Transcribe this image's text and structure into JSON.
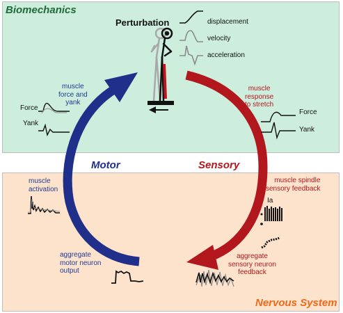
{
  "sections": {
    "biomechanics": "Biomechanics",
    "nervous_system": "Nervous System"
  },
  "perturbation": {
    "title": "Perturbation",
    "displacement": "displacement",
    "velocity": "velocity",
    "acceleration": "acceleration"
  },
  "motor": {
    "label": "Motor",
    "force_yank_line1": "muscle",
    "force_yank_line2": "force and",
    "force_yank_line3": "yank",
    "force": "Force",
    "yank": "Yank",
    "activation_line1": "muscle",
    "activation_line2": "activation",
    "output_line1": "aggregate",
    "output_line2": "motor neuron",
    "output_line3": "output"
  },
  "sensory": {
    "label": "Sensory",
    "response_line1": "muscle",
    "response_line2": "response",
    "response_line3": "to stretch",
    "force": "Force",
    "yank": "Yank",
    "spindle_line1": "muscle spindle",
    "spindle_line2": "sensory feedback",
    "ia": "Ia",
    "aggregate_line1": "aggregate",
    "aggregate_line2": "sensory neuron",
    "aggregate_line3": "feedback"
  },
  "colors": {
    "biomechanics_bg": "#cdeedd",
    "nervous_bg": "#fde3cc",
    "motor": "#1f2f8a",
    "sensory": "#b3171e"
  }
}
